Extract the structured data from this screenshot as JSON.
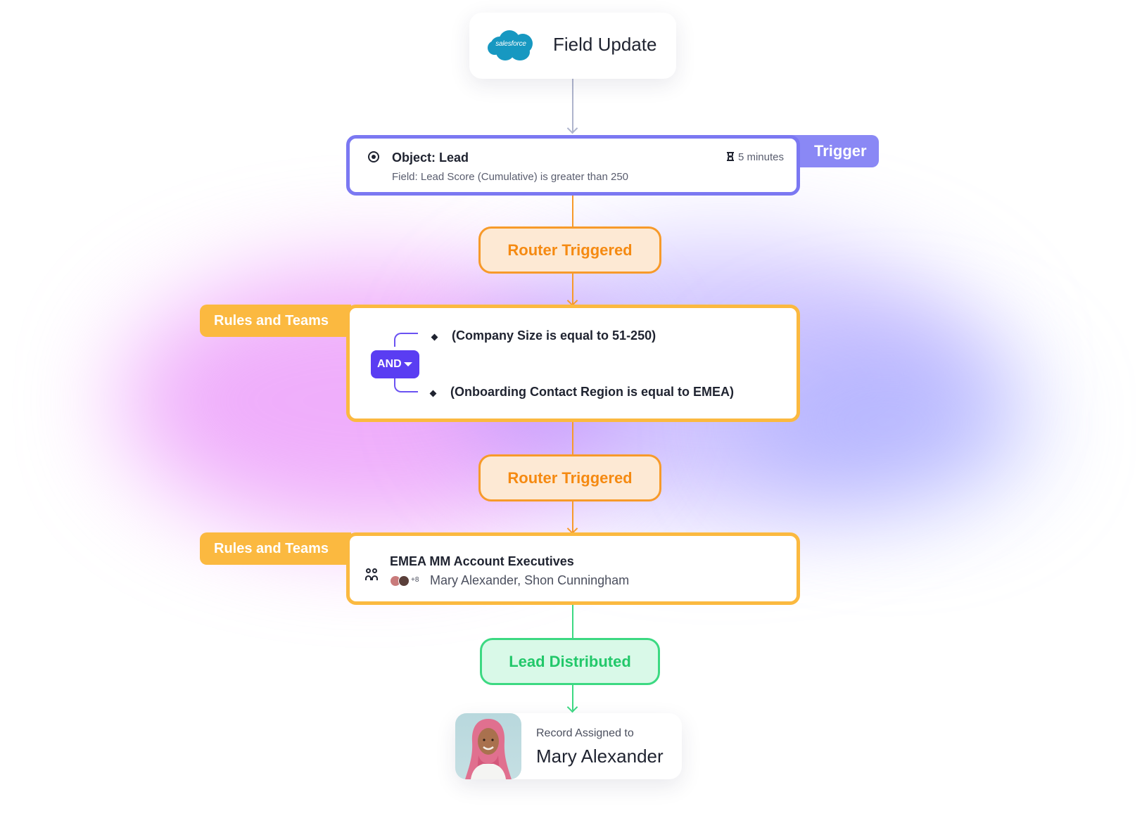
{
  "source": {
    "logo_text": "salesforce",
    "title": "Field Update",
    "logo_color": "#1798c1"
  },
  "trigger": {
    "tag": "Trigger",
    "object": "Object: Lead",
    "condition": "Field: Lead Score (Cumulative) is greater than 250",
    "wait": "5 minutes",
    "color": "#7b78f2"
  },
  "router_1": {
    "label": "Router Triggered",
    "color": "#f79a2a"
  },
  "rules_1": {
    "tag": "Rules and Teams",
    "operator": "AND",
    "conditions": [
      "(Company Size is equal to 51-250)",
      "(Onboarding Contact Region is equal to EMEA)"
    ],
    "color": "#fbb940",
    "operator_color": "#5a3df2"
  },
  "router_2": {
    "label": "Router Triggered"
  },
  "rules_2": {
    "tag": "Rules and Teams",
    "team_name": "EMEA MM Account Executives",
    "avatar_more": "+8",
    "members": "Mary Alexander, Shon Cunningham"
  },
  "distributed": {
    "label": "Lead Distributed",
    "color": "#3cd982"
  },
  "assigned": {
    "label": "Record Assigned to",
    "name": "Mary Alexander"
  }
}
